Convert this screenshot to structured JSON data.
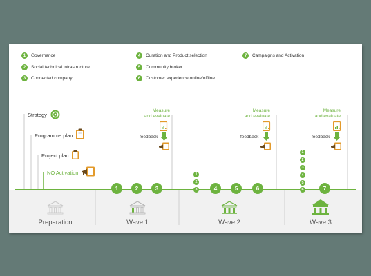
{
  "legend": [
    {
      "num": "1",
      "label": "Governance"
    },
    {
      "num": "2",
      "label": "Social technical infrastructure"
    },
    {
      "num": "3",
      "label": "Connected company"
    },
    {
      "num": "4",
      "label": "Curation and Product selection"
    },
    {
      "num": "5",
      "label": "Community broker"
    },
    {
      "num": "6",
      "label": "Customer experience online/offline"
    },
    {
      "num": "7",
      "label": "Campaigns and Activation"
    }
  ],
  "plans": {
    "strategy": "Strategy",
    "programme": "Programme plan",
    "project": "Project plan",
    "activation": "NO Activation"
  },
  "wave_notes": {
    "measure_line1": "Measure",
    "measure_line2": "and evaluate",
    "feedback": "feedback"
  },
  "phases": [
    "Preparation",
    "Wave 1",
    "Wave 2",
    "Wave 3"
  ],
  "timeline_steps": [
    "1",
    "2",
    "3",
    "4",
    "5",
    "6",
    "7"
  ],
  "wave2_stack": [
    "1",
    "2",
    "3"
  ],
  "wave3_stack": [
    "1",
    "2",
    "3",
    "4",
    "5",
    "6"
  ],
  "colors": {
    "accent_green": "#6db33f",
    "icon_orange": "#e39a2b",
    "band_grey": "#f1f1f1",
    "background": "#647a76"
  },
  "icons": {
    "strategy": "target-icon",
    "plan": "clipboard-icon",
    "activation": "megaphone-icon",
    "measure": "chart-document-icon",
    "feedback": "down-arrow-icon",
    "feedback_action": "megaphone-icon",
    "phase": "building-icon"
  }
}
